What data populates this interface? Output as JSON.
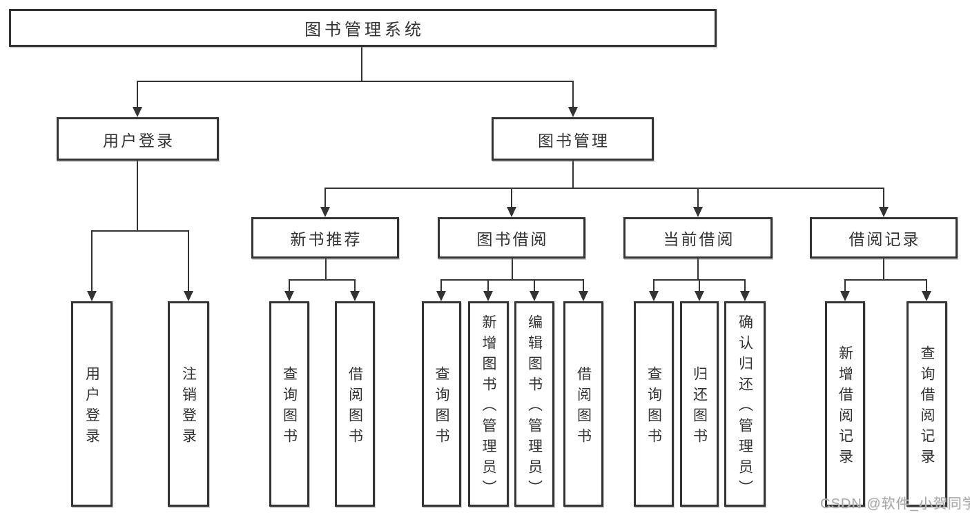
{
  "diagram": {
    "type": "tree",
    "orientation": "top-down"
  },
  "colors": {
    "background": "#ffffff",
    "line": "#333333",
    "box_border": "#333333",
    "box_fill": "#ffffff",
    "text": "#333333",
    "watermark": "#a9a9a9"
  },
  "watermark": {
    "text": "CSDN @软件_小贺同学"
  },
  "tree": {
    "root": {
      "label": "图书管理系统",
      "children": [
        {
          "label": "用户登录",
          "children": [
            {
              "label": "用户登录"
            },
            {
              "label": "注销登录"
            }
          ]
        },
        {
          "label": "图书管理",
          "children": [
            {
              "label": "新书推荐",
              "children": [
                {
                  "label": "查询图书"
                },
                {
                  "label": "借阅图书"
                }
              ]
            },
            {
              "label": "图书借阅",
              "children": [
                {
                  "label": "查询图书"
                },
                {
                  "label": "新增图书（管理员）"
                },
                {
                  "label": "编辑图书（管理员）"
                },
                {
                  "label": "借阅图书"
                }
              ]
            },
            {
              "label": "当前借阅",
              "children": [
                {
                  "label": "查询图书"
                },
                {
                  "label": "归还图书"
                },
                {
                  "label": "确认归还（管理员）"
                }
              ]
            },
            {
              "label": "借阅记录",
              "children": [
                {
                  "label": "新增借阅记录"
                },
                {
                  "label": "查询借阅记录"
                }
              ]
            }
          ]
        }
      ]
    }
  }
}
